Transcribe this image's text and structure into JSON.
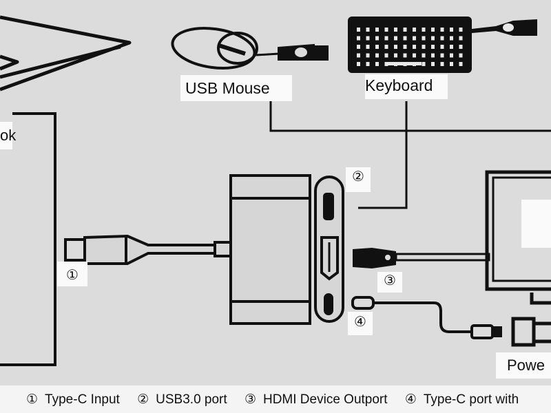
{
  "labels": {
    "mouse": "USB Mouse",
    "keyboard": "Keyboard",
    "laptop_partial": "ok",
    "power_partial": "Powe",
    "port1": "①",
    "port2": "②",
    "port3": "③",
    "port4": "④"
  },
  "caption": {
    "items": [
      {
        "marker": "①",
        "text": "Type-C Input"
      },
      {
        "marker": "②",
        "text": "USB3.0 port"
      },
      {
        "marker": "③",
        "text": "HDMI Device Outport"
      },
      {
        "marker": "④",
        "text": "Type-C port with"
      }
    ]
  },
  "colors": {
    "ink": "#111111",
    "paper": "#dcdcdc",
    "label_bg": "#fafafa"
  }
}
